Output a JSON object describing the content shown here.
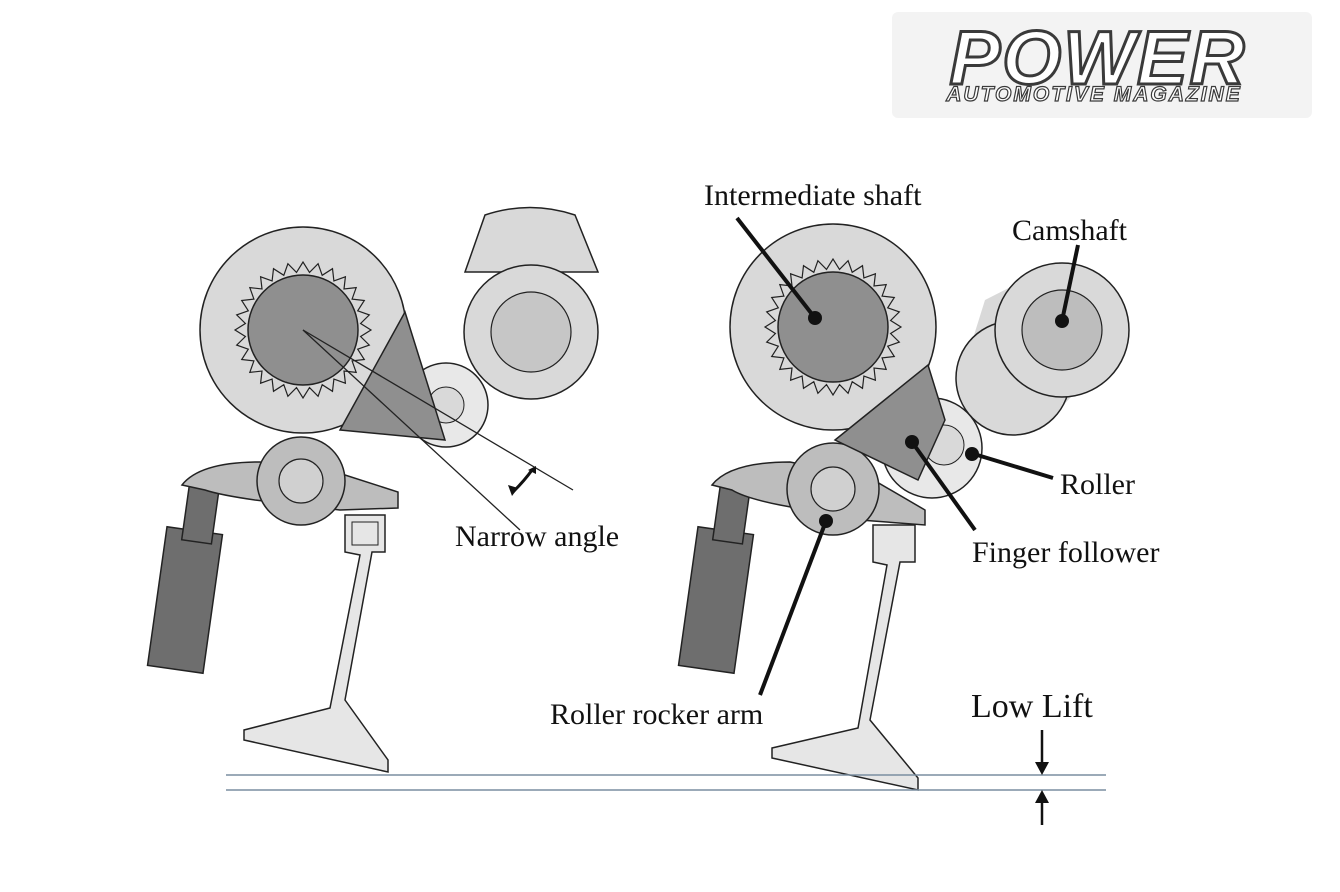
{
  "logo": {
    "title": "POWER",
    "subtitle": "AUTOMOTIVE MAGAZINE"
  },
  "labels": {
    "narrow_angle": "Narrow angle",
    "intermediate_shaft": "Intermediate shaft",
    "camshaft": "Camshaft",
    "roller": "Roller",
    "finger_follower": "Finger follower",
    "roller_rocker_arm": "Roller rocker arm",
    "low_lift": "Low Lift"
  },
  "colors": {
    "part_light": "#d9d9d9",
    "part_mid": "#bdbdbd",
    "part_dark": "#8f8f8f",
    "lifter": "#6e6e6e",
    "valve": "#e6e6e6",
    "line": "#222222",
    "ground_line": "#7a8ea0"
  }
}
